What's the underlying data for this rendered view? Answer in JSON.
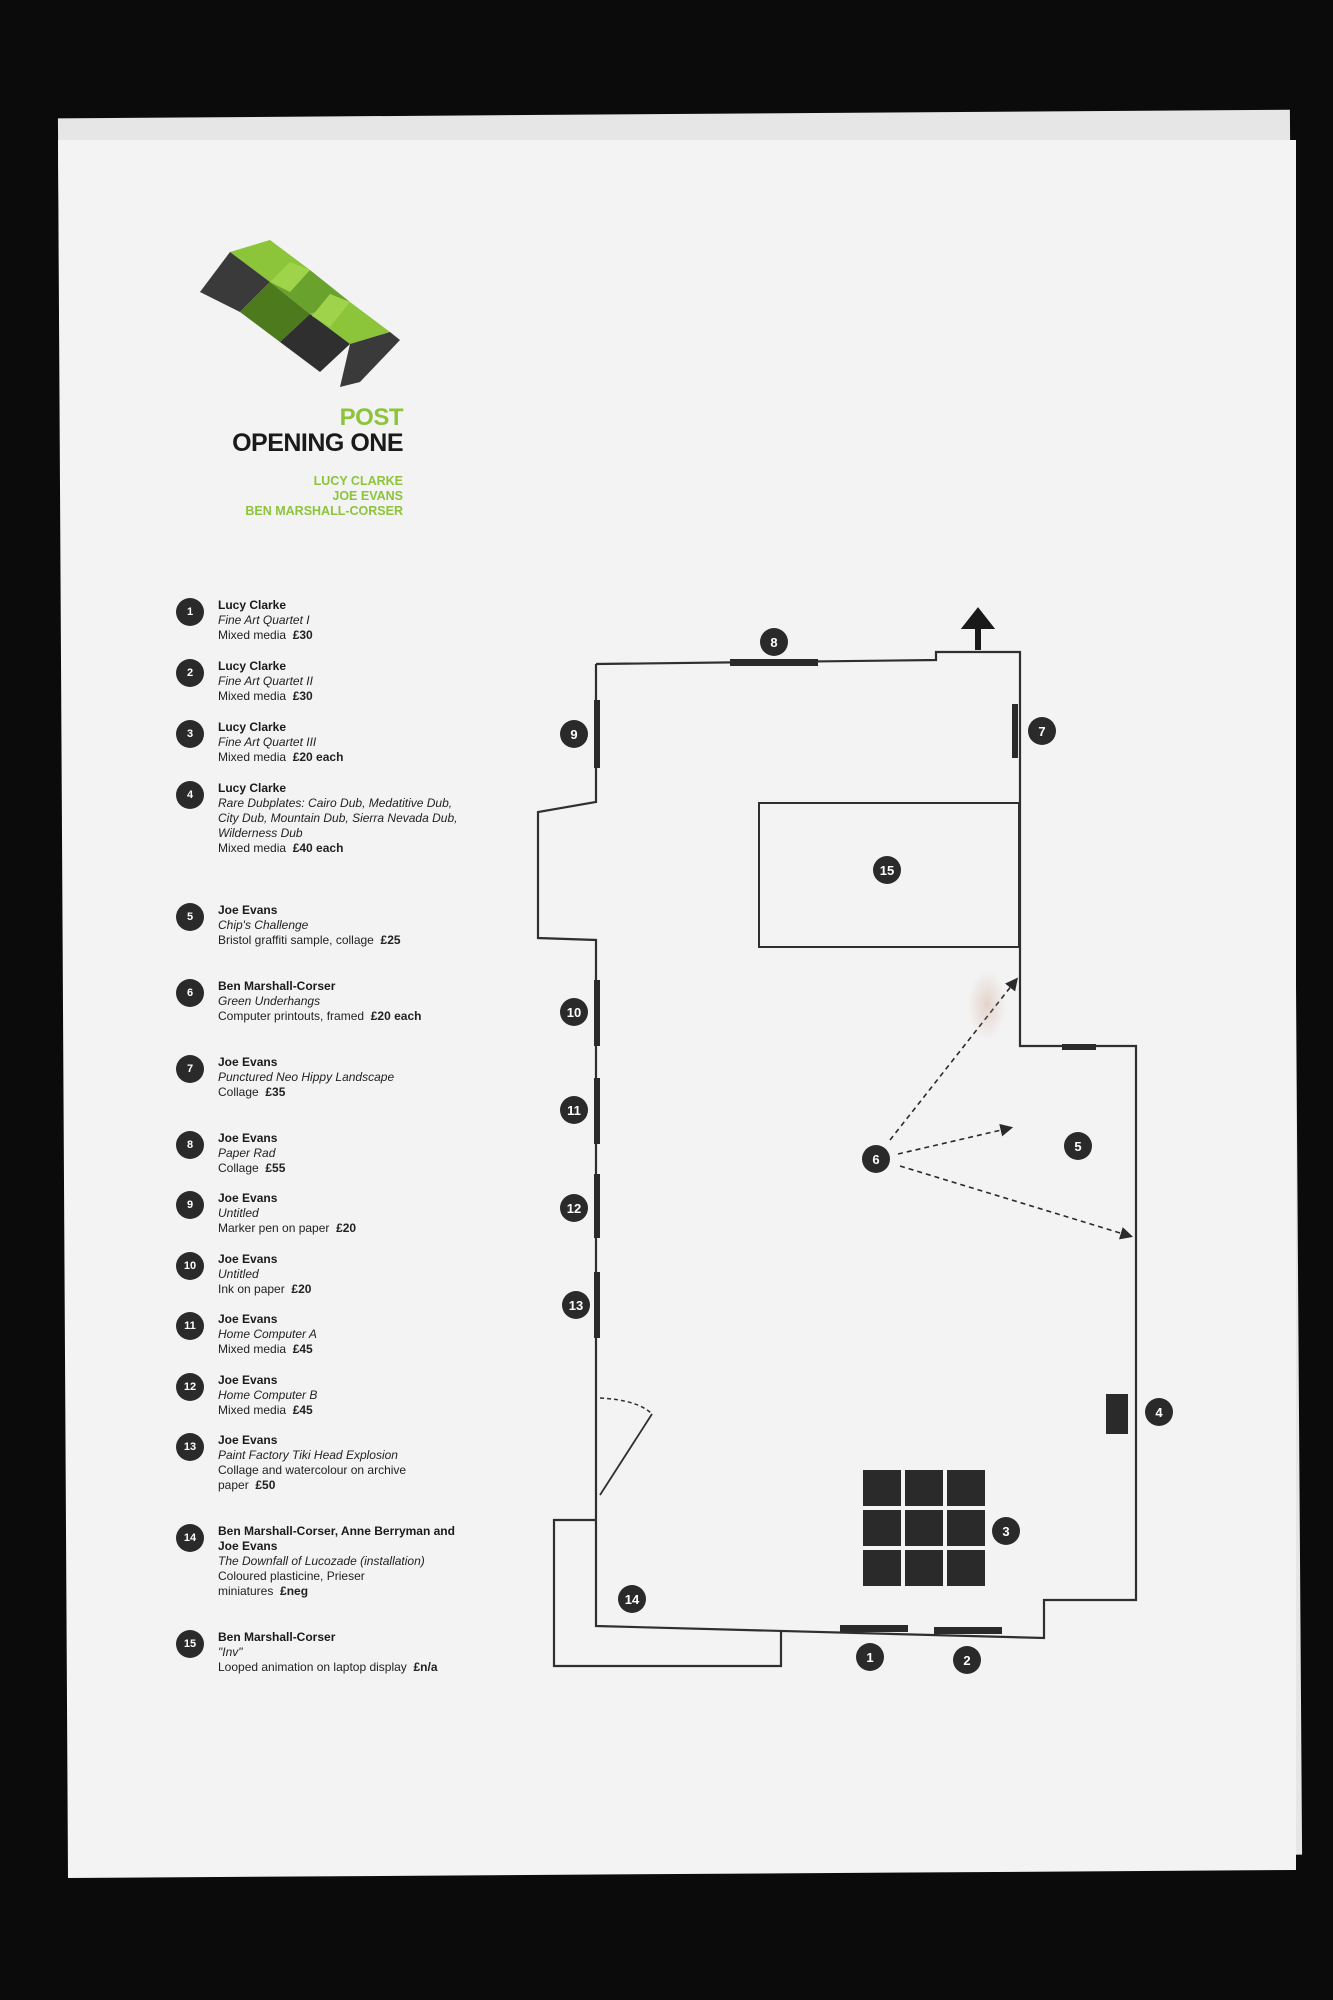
{
  "header": {
    "post": "POST",
    "opening": "OPENING ONE",
    "artists": [
      "LUCY CLARKE",
      "JOE EVANS",
      "BEN MARSHALL-CORSER"
    ]
  },
  "colors": {
    "accent": "#8cc43a",
    "accent_dark": "#4e7a1e",
    "ink": "#2a2a2a"
  },
  "key": [
    {
      "num": "1",
      "artist": "Lucy Clarke",
      "title": "Fine Art Quartet I",
      "medium": "Mixed media",
      "price": "£30"
    },
    {
      "num": "2",
      "artist": "Lucy Clarke",
      "title": "Fine Art Quartet II",
      "medium": "Mixed media",
      "price": "£30"
    },
    {
      "num": "3",
      "artist": "Lucy Clarke",
      "title": "Fine Art Quartet III",
      "medium": "Mixed media",
      "price": "£20 each"
    },
    {
      "num": "4",
      "artist": "Lucy Clarke",
      "title": "Rare Dubplates: Cairo Dub, Medatitive Dub, City Dub, Mountain Dub, Sierra Nevada Dub, Wilderness Dub",
      "medium": "Mixed media",
      "price": "£40 each"
    },
    {
      "num": "5",
      "artist": "Joe Evans",
      "title": "Chip's Challenge",
      "medium": "Bristol graffiti sample, collage",
      "price": "£25"
    },
    {
      "num": "6",
      "artist": "Ben Marshall-Corser",
      "title": "Green Underhangs",
      "medium": "Computer printouts, framed",
      "price": "£20 each"
    },
    {
      "num": "7",
      "artist": "Joe Evans",
      "title": "Punctured Neo Hippy Landscape",
      "medium": "Collage",
      "price": "£35"
    },
    {
      "num": "8",
      "artist": "Joe Evans",
      "title": "Paper Rad",
      "medium": "Collage",
      "price": "£55"
    },
    {
      "num": "9",
      "artist": "Joe Evans",
      "title": "Untitled",
      "medium": "Marker pen on paper",
      "price": "£20"
    },
    {
      "num": "10",
      "artist": "Joe Evans",
      "title": "Untitled",
      "medium": "Ink on paper",
      "price": "£20"
    },
    {
      "num": "11",
      "artist": "Joe Evans",
      "title": "Home Computer A",
      "medium": "Mixed media",
      "price": "£45"
    },
    {
      "num": "12",
      "artist": "Joe Evans",
      "title": "Home Computer B",
      "medium": "Mixed media",
      "price": "£45"
    },
    {
      "num": "13",
      "artist": "Joe Evans",
      "title": "Paint Factory Tiki Head Explosion",
      "medium": "Collage and watercolour on archive paper",
      "price": "£50"
    },
    {
      "num": "14",
      "artist": "Ben Marshall-Corser, Anne Berryman and Joe Evans",
      "title": "The Downfall of Lucozade (installation)",
      "medium": "Coloured plasticine, Prieser miniatures",
      "price": "£neg"
    },
    {
      "num": "15",
      "artist": "Ben Marshall-Corser",
      "title": "\"Inv\"",
      "medium": "Looped animation on laptop display",
      "price": "£n/a"
    }
  ],
  "plan_labels": [
    "1",
    "2",
    "3",
    "4",
    "5",
    "6",
    "7",
    "8",
    "9",
    "10",
    "11",
    "12",
    "13",
    "14",
    "15"
  ]
}
